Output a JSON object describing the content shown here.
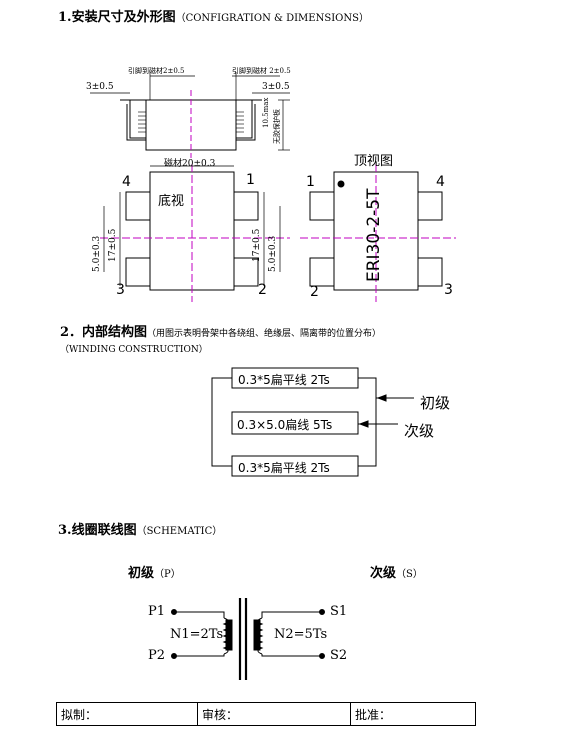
{
  "section1": {
    "title": "1.安装尺寸及外形图",
    "subtitle": "（CONFIGRATION & DIMENSIONS）",
    "side_view": {
      "pin_lead_left": "引脚到磁材2±0.5",
      "pin_lead_right": "引脚到磁材 2±0.5",
      "dim_left": "3±0.5",
      "dim_right": "3±0.5",
      "height": "10.5max",
      "height_note": "无胶保护板"
    },
    "bottom_view": {
      "label": "底视",
      "core_dim": "磁材20±0.3",
      "pin_tl": "4",
      "pin_tr": "1",
      "pin_bl": "3",
      "pin_br": "2",
      "dim_left_a": "5.0±0.3",
      "dim_left_b": "17±0.5",
      "dim_right_a": "17±0.5",
      "dim_right_b": "5.0±0.3"
    },
    "top_view": {
      "label": "顶视图",
      "part_no": "ERI30-2-5T",
      "pin_tl": "1",
      "pin_tr": "4",
      "pin_bl": "2",
      "pin_br": "3"
    }
  },
  "section2": {
    "title": "2．内部结构图",
    "note": "（用图示表明骨架中各绕组、绝缘层、隔离带的位置分布）",
    "subtitle": "（WINDING CONSTRUCTION）",
    "layers": [
      {
        "text": "0.3*5扁平线 2Ts"
      },
      {
        "text": "0.3×5.0扁线 5Ts"
      },
      {
        "text": "0.3*5扁平线 2Ts"
      }
    ],
    "primary_label": "初级",
    "secondary_label": "次级"
  },
  "section3": {
    "title": "3.线圈联线图",
    "subtitle": "（SCHEMATIC）",
    "primary_title": "初级",
    "primary_code": "（P）",
    "secondary_title": "次级",
    "secondary_code": "（S）",
    "p1": "P1",
    "p2": "P2",
    "s1": "S1",
    "s2": "S2",
    "n1": "N1=2Ts",
    "n2": "N2=5Ts"
  },
  "signoff": {
    "drafted": "拟制：",
    "reviewed": "审核：",
    "approved": "批准："
  }
}
